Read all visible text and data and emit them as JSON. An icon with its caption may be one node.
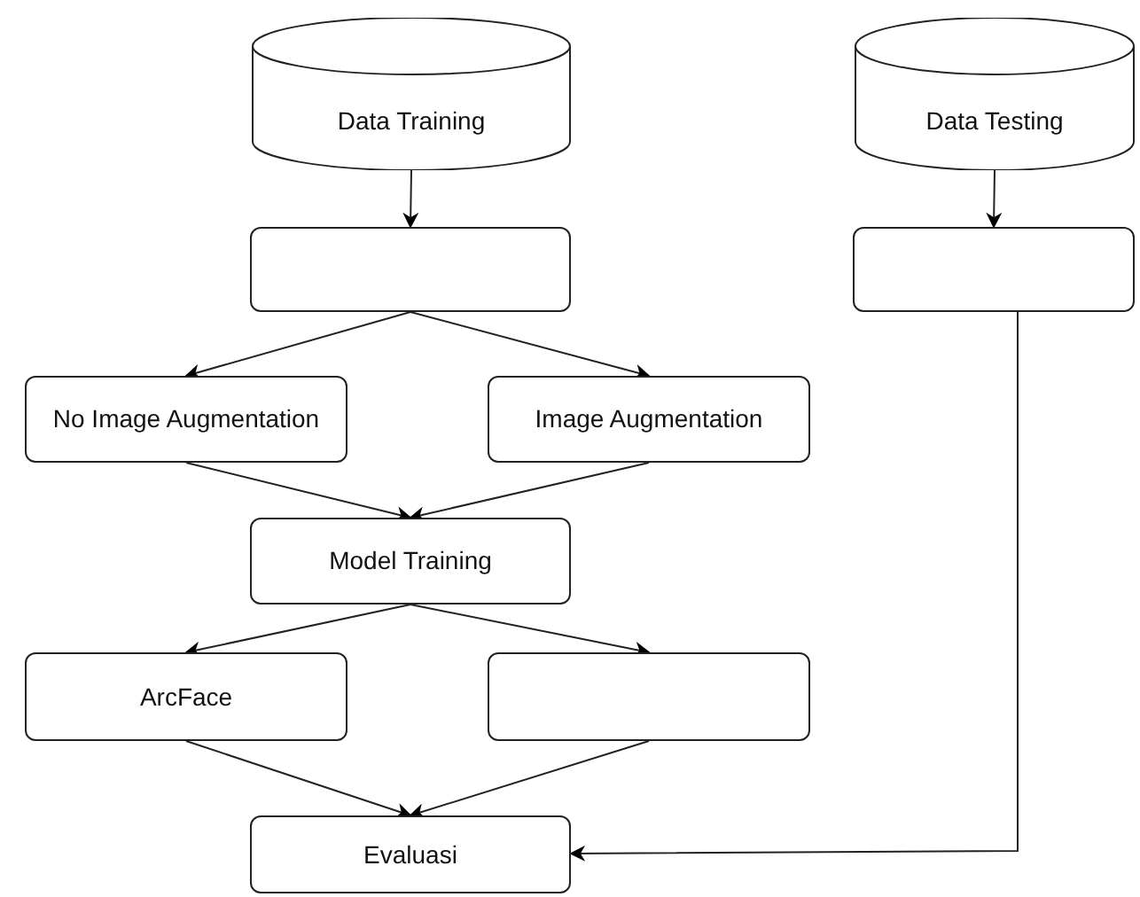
{
  "diagram": {
    "nodes": [
      {
        "text": [
          "Data Training"
        ]
      },
      {
        "text": [],
        "shape": "box"
      },
      {
        "text": [
          "Data Testing"
        ]
      },
      {
        "text": [],
        "shape": "box"
      },
      {
        "text": [
          "No Image Augmentation"
        ]
      },
      {
        "text": [
          "Image Augmentation"
        ]
      },
      {
        "text": [
          "Model Training"
        ]
      },
      {
        "text": [
          "ArcFace"
        ]
      },
      {
        "text": [],
        "shape": "box"
      },
      {
        "text": [
          "Evaluasi"
        ]
      }
    ],
    "edges": [
      {
        "from": 0,
        "to": 1,
        "arrow": "to"
      },
      {
        "from": 2,
        "to": 3,
        "arrow": "to"
      },
      {
        "from": 1,
        "to": 4,
        "arrow": "to"
      },
      {
        "from": 1,
        "to": 5,
        "arrow": "to"
      },
      {
        "from": 4,
        "to": 6,
        "arrow": "to"
      },
      {
        "from": 5,
        "to": 6,
        "arrow": "to"
      },
      {
        "from": 6,
        "to": 7,
        "arrow": "to"
      },
      {
        "from": 6,
        "to": 8,
        "arrow": "to"
      },
      {
        "from": 7,
        "to": 9,
        "arrow": "to"
      },
      {
        "from": 8,
        "to": 9,
        "arrow": "to"
      },
      {
        "from": 3,
        "to": 9,
        "arrow": "to"
      }
    ]
  }
}
